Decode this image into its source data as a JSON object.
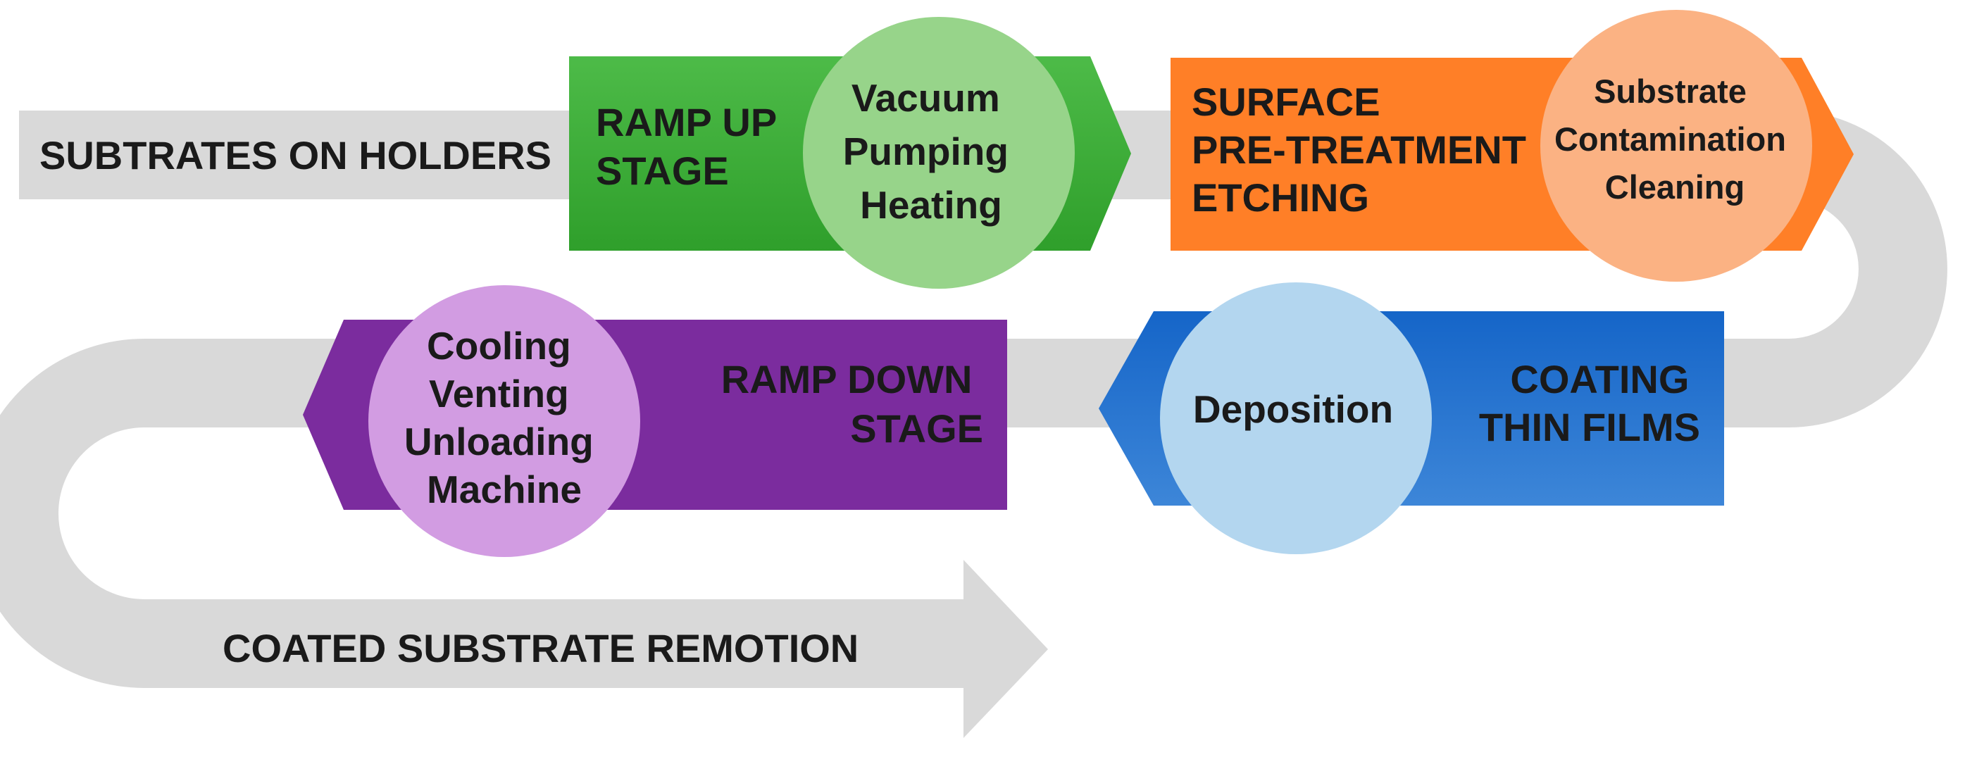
{
  "path": {
    "color": "#d9d9d9",
    "start_label": "SUBTRATES ON HOLDERS",
    "end_label": "COATED SUBSTRATE REMOTION"
  },
  "stages": [
    {
      "id": "ramp-up",
      "title_lines": [
        "RAMP UP",
        "STAGE"
      ],
      "banner_color": "#3aa935",
      "circle_color": "#97d48a",
      "circle_lines": [
        "Vacuum",
        "Pumping",
        "Heating"
      ]
    },
    {
      "id": "surface-pretreatment",
      "title_lines": [
        "SURFACE",
        "PRE-TREATMENT",
        "ETCHING"
      ],
      "banner_color": "#ff7f27",
      "circle_color": "#fbb283",
      "circle_lines": [
        "Substrate",
        "Contamination",
        "Cleaning"
      ]
    },
    {
      "id": "coating",
      "title_lines": [
        "COATING",
        "THIN FILMS"
      ],
      "banner_color": "#1f6fc9",
      "circle_color": "#b3d6ef",
      "circle_lines": [
        "Deposition"
      ]
    },
    {
      "id": "ramp-down",
      "title_lines": [
        "RAMP DOWN",
        "STAGE"
      ],
      "banner_color": "#7b2c9e",
      "circle_color": "#d29ce2",
      "circle_lines": [
        "Cooling",
        "Venting",
        "Unloading",
        "Machine"
      ]
    }
  ]
}
